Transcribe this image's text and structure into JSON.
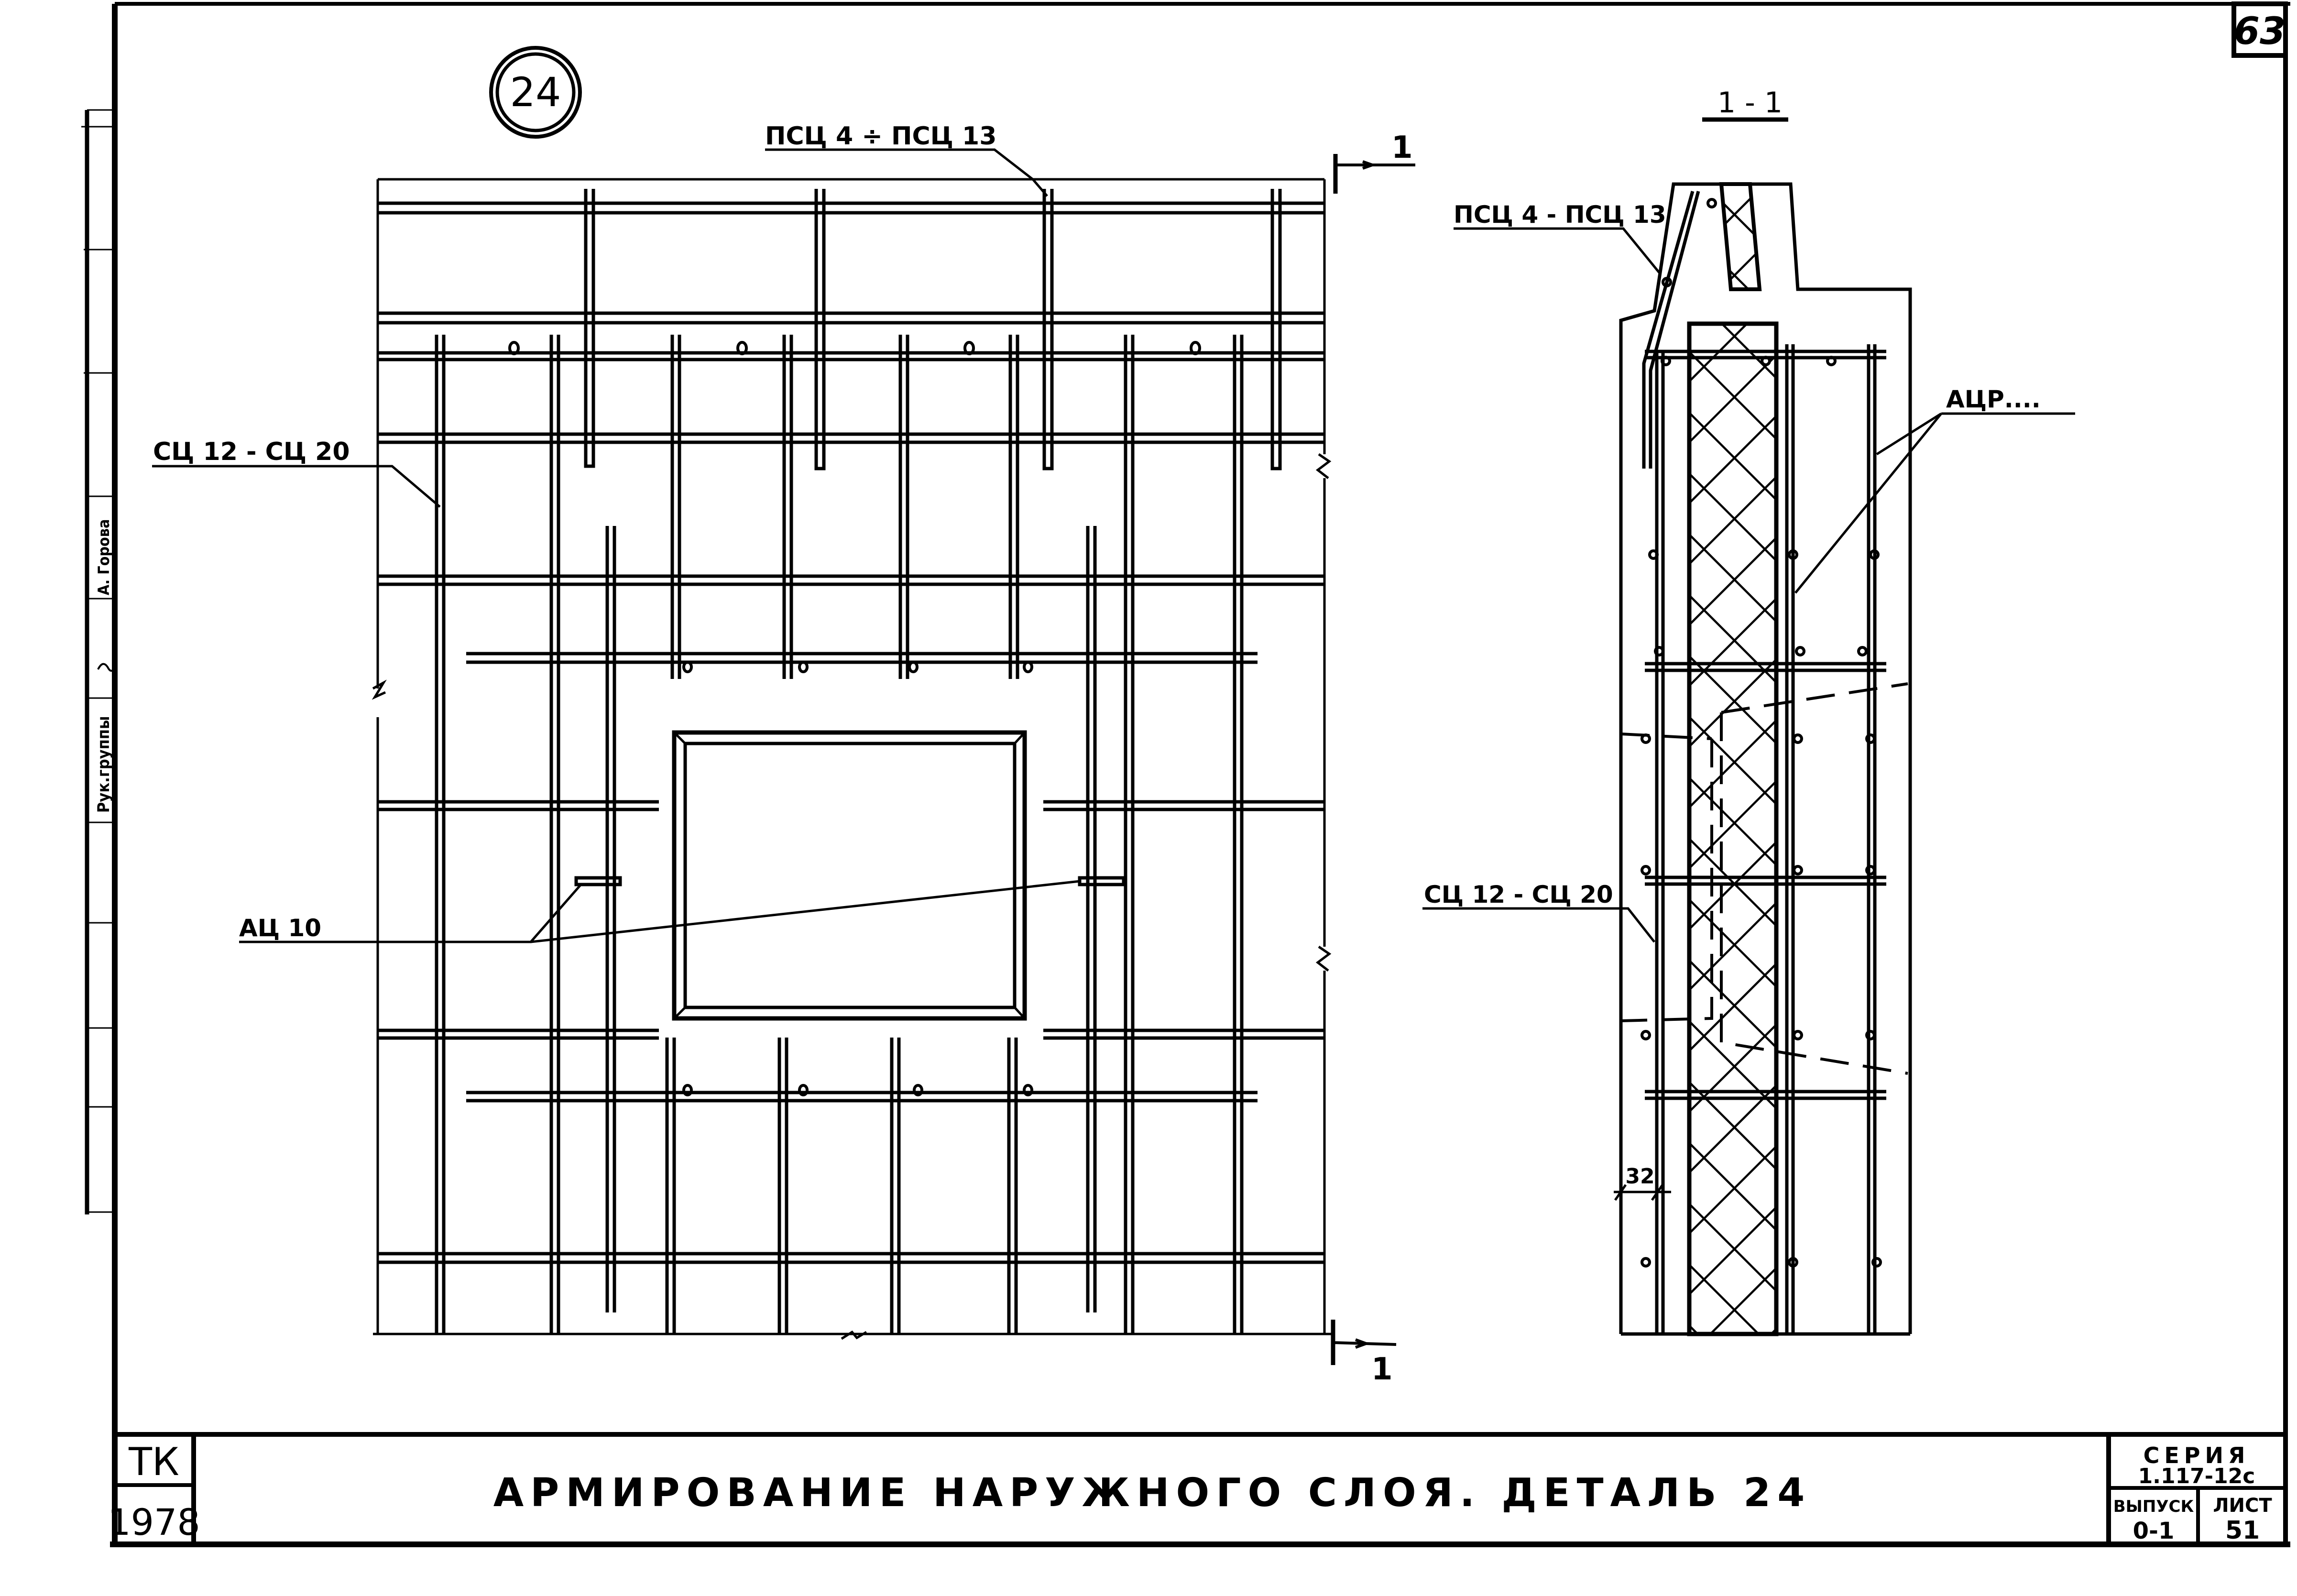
{
  "sheet": {
    "page_number": "63",
    "detail_marker": "24",
    "title": "АРМИРОВАНИЕ НАРУЖНОГО СЛОЯ. ДЕТАЛЬ 24",
    "stamp_left": {
      "org": "ТК",
      "year": "1978"
    },
    "stamp_right": {
      "series_label": "СЕРИЯ",
      "series_value": "1.117-12с",
      "issue_label": "ВЫПУСК",
      "issue_value": "0-1",
      "sheet_label": "ЛИСТ",
      "sheet_value": "51"
    },
    "side_strip": {
      "role": "Рук.группы",
      "name": "А. Горова"
    }
  },
  "elevation": {
    "labels": {
      "top_mesh": "ПСЦ 4 ÷ ПСЦ 13",
      "left_mesh": "СЦ 12 - СЦ 20",
      "anchor": "АЦ 10"
    },
    "section_mark_top": "1",
    "section_mark_bottom": "1"
  },
  "section": {
    "title": "1 - 1",
    "labels": {
      "top_mesh": "ПСЦ 4 - ПСЦ 13",
      "anchor": "АЦР....",
      "mesh": "СЦ 12 - СЦ 20"
    },
    "dimension": "32"
  },
  "colors": {
    "ink": "#000000",
    "paper": "#ffffff"
  }
}
